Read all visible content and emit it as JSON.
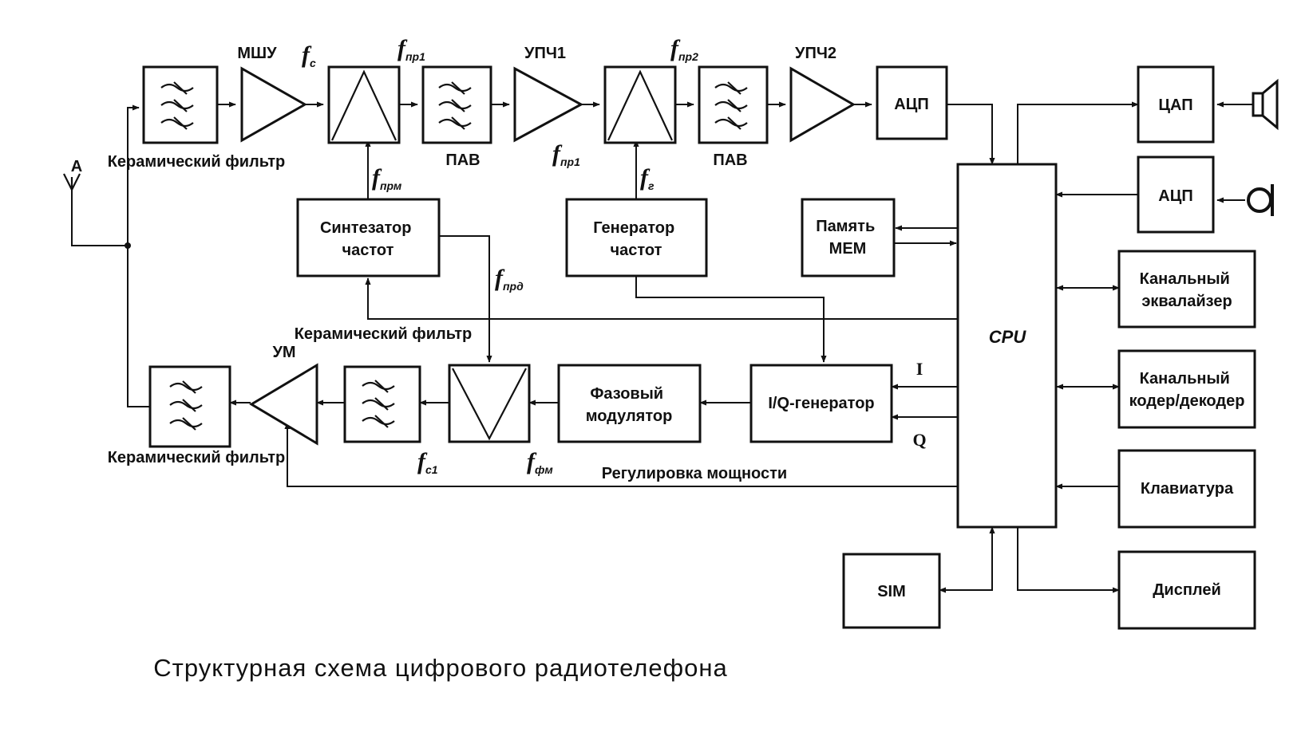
{
  "title": "Структурная схема цифрового радиотелефона",
  "antenna": "A",
  "rx": {
    "filter1": "Керамический фильтр",
    "lna": "МШУ",
    "saw1": "ПАВ",
    "ifa1": "УПЧ1",
    "saw2": "ПАВ",
    "ifa2": "УПЧ2",
    "adc": "АЦП"
  },
  "freq": {
    "fc": {
      "sym": "f",
      "sub": "c"
    },
    "fpr1_top": {
      "sym": "f",
      "sub": "пр1"
    },
    "fpr2": {
      "sym": "f",
      "sub": "пр2"
    },
    "fpr1_bottom": {
      "sym": "f",
      "sub": "пр1"
    },
    "fprm": {
      "sym": "f",
      "sub": "прм"
    },
    "fg": {
      "sym": "f",
      "sub": "г"
    },
    "fprd": {
      "sym": "f",
      "sub": "прд"
    },
    "fc1": {
      "sym": "f",
      "sub": "c1"
    },
    "ffm": {
      "sym": "f",
      "sub": "фм"
    }
  },
  "synth": {
    "line1": "Синтезатор",
    "line2": "частот"
  },
  "gen": {
    "line1": "Генератор",
    "line2": "частот"
  },
  "memory": {
    "line1": "Память",
    "line2": "МЕМ"
  },
  "cpu": "CPU",
  "tx": {
    "filter_out": "Керамический фильтр",
    "pa": "УМ",
    "filter_mid": "Керамический фильтр",
    "phase_mod_line1": "Фазовый",
    "phase_mod_line2": "модулятор",
    "iq_gen": "I/Q-генератор",
    "i_label": "I",
    "q_label": "Q",
    "power_ctrl": "Регулировка мощности"
  },
  "right": {
    "dac": "ЦАП",
    "adc2": "АЦП",
    "equalizer_line1": "Канальный",
    "equalizer_line2": "эквалайзер",
    "codec_line1": "Канальный",
    "codec_line2": "кодер/декодер",
    "keyboard": "Клавиатура",
    "display": "Дисплей"
  },
  "sim": "SIM",
  "colors": {
    "ink": "#111111",
    "background": "#ffffff"
  }
}
